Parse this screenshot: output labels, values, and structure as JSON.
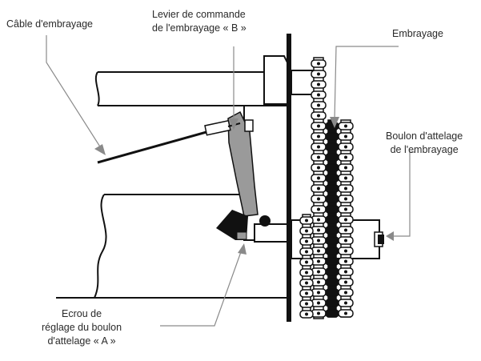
{
  "labels": {
    "cable": "Câble d'embrayage",
    "lever_line1": "Levier de commande",
    "lever_line2": "de l'embrayage « B »",
    "clutch": "Embrayage",
    "bolt_line1": "Boulon d'attelage",
    "bolt_line2": "de l'embrayage",
    "nut_line1": "Ecrou de",
    "nut_line2": "réglage du boulon",
    "nut_line3": "d'attelage « A »"
  },
  "colors": {
    "line": "#111111",
    "leader": "#8a8a8a",
    "lever_fill": "#9a9a9a",
    "chain_dark": "#111111"
  }
}
